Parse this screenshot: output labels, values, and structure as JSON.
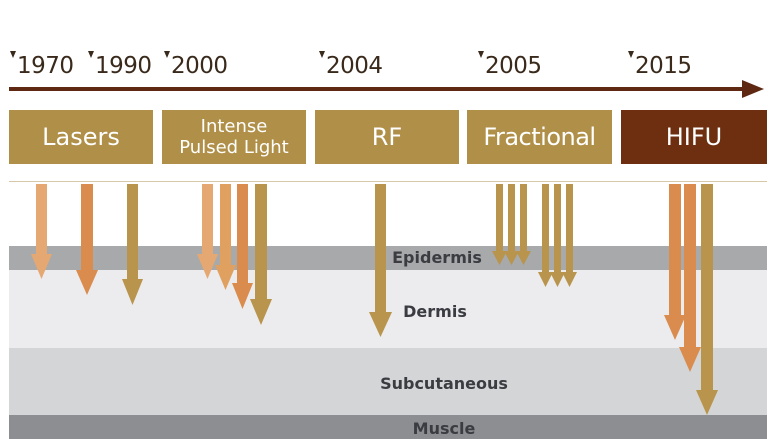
{
  "timeline": {
    "years": [
      {
        "label": "1970"
      },
      {
        "label": "1990"
      },
      {
        "label": "2000"
      },
      {
        "label": "2004"
      },
      {
        "label": "2005"
      },
      {
        "label": "2015"
      }
    ]
  },
  "technologies": [
    {
      "label": "Lasers"
    },
    {
      "label_line1": "Intense",
      "label_line2": "Pulsed Light"
    },
    {
      "label": "RF"
    },
    {
      "label": "Fractional"
    },
    {
      "label": "HIFU"
    }
  ],
  "skin_layers": [
    {
      "label": "Epidermis"
    },
    {
      "label": "Dermis"
    },
    {
      "label": "Subcutaneous"
    },
    {
      "label": "Muscle"
    }
  ],
  "colors": {
    "timeline_arrow": "#5e2812",
    "tech_box": "#b08f49",
    "hifu_box": "#6d2f10",
    "arrow_light": "#e6a873",
    "arrow_mid": "#d98c4e",
    "arrow_dark": "#b8944c",
    "layer_epidermis": "#a7a9ab",
    "layer_dermis": "#ececee",
    "layer_subcutaneous": "#d4d5d7",
    "layer_muscle": "#8c8e91"
  }
}
